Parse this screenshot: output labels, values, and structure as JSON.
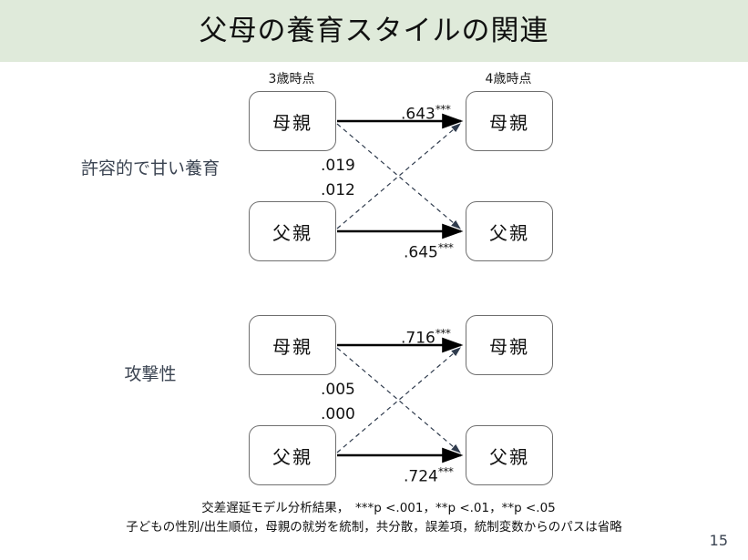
{
  "slide": {
    "title": "父母の養育スタイルの関連",
    "page_number": "15",
    "banner_color": "#dfeada",
    "label_color": "#3b4452"
  },
  "time_headers": {
    "t1": "3歳時点",
    "t2": "4歳時点"
  },
  "row_labels": {
    "row1": "許容的で甘い養育",
    "row2": "攻撃性"
  },
  "nodes": {
    "mother": "母親",
    "father": "父親"
  },
  "diagram1": {
    "name": "許容的で甘い養育",
    "paths": {
      "mother_to_mother": {
        "value": ".643",
        "stars": "***"
      },
      "father_to_father": {
        "value": ".645",
        "stars": "***"
      },
      "cross_1": {
        "value": ".019",
        "stars": ""
      },
      "cross_2": {
        "value": ".012",
        "stars": ""
      }
    }
  },
  "diagram2": {
    "name": "攻撃性",
    "paths": {
      "mother_to_mother": {
        "value": ".716",
        "stars": "***"
      },
      "father_to_father": {
        "value": ".724",
        "stars": "***"
      },
      "cross_1": {
        "value": ".005",
        "stars": ""
      },
      "cross_2": {
        "value": ".000",
        "stars": ""
      }
    }
  },
  "footnote": {
    "line1": "交差遅延モデル分析結果，　***p <.001，**p <.01，**p <.05",
    "line2": "子どもの性別/出生順位，母親の就労を統制，共分散，誤差項，統制変数からのパスは省略"
  }
}
